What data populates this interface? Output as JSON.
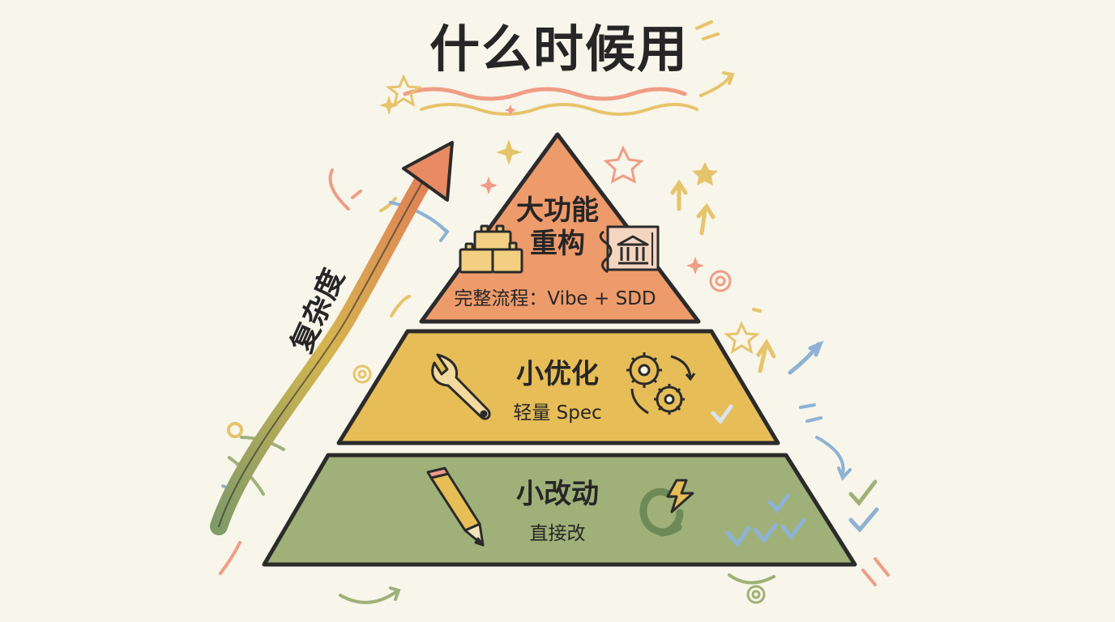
{
  "title": "什么时候用",
  "axis_label": "复杂度",
  "tiers": [
    {
      "name": "大功能\n重构",
      "subtitle": "完整流程：Vibe + SDD",
      "color": "#ee9b6b"
    },
    {
      "name": "小优化",
      "subtitle": "轻量 Spec",
      "color": "#e6bd57"
    },
    {
      "name": "小改动",
      "subtitle": "直接改",
      "color": "#9fb178"
    }
  ],
  "icons": {
    "top_left": "building-blocks-icon",
    "top_right": "blueprint-icon",
    "middle_left": "wrench-icon",
    "middle_right": "gears-icon",
    "bottom_left": "pencil-icon",
    "bottom_right": "refresh-lightning-icon"
  },
  "colors": {
    "background": "#f8f5ea",
    "outline": "#2b2b2b",
    "arrow": "#e07f56"
  }
}
